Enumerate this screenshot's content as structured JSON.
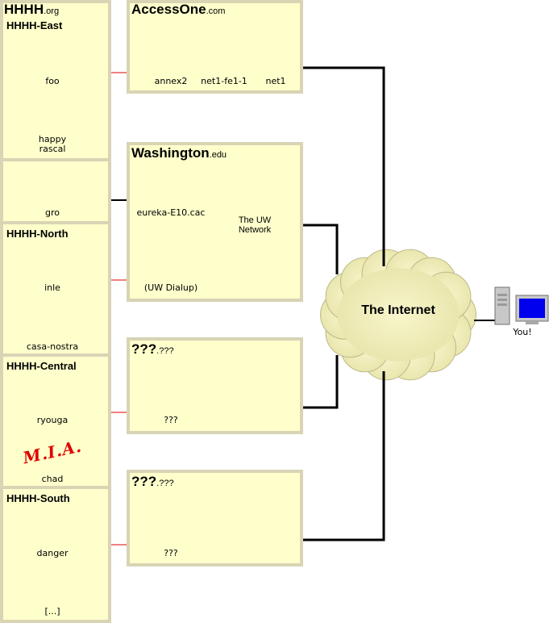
{
  "groups": {
    "hhhh": {
      "name": "HHHH",
      "suffix": ".org"
    },
    "east": {
      "name": "HHHH-East"
    },
    "north": {
      "name": "HHHH-North"
    },
    "central": {
      "name": "HHHH-Central"
    },
    "south": {
      "name": "HHHH-South"
    },
    "accessone": {
      "name": "AccessOne",
      "suffix": ".com"
    },
    "washington": {
      "name": "Washington",
      "suffix": ".edu"
    },
    "unknown1": {
      "name": "???",
      "suffix": ".???"
    },
    "unknown2": {
      "name": "???",
      "suffix": ".???"
    }
  },
  "hosts": {
    "foo": "foo",
    "happy_line1": "happy",
    "happy_line2": "rascal",
    "gro": "gro",
    "inle": "inle",
    "casa_nostra": "casa-nostra",
    "ryouga": "ryouga",
    "chad": "chad",
    "danger": "danger",
    "more": "[...]",
    "annex2": "annex2",
    "net1_fe1_1": "net1-fe1-1",
    "net1": "net1",
    "eureka": "eureka-E10.cac",
    "uw_dialup": "(UW Dialup)",
    "unknown_host1": "???",
    "unknown_host2": "???",
    "you": "You!"
  },
  "clouds": {
    "uw_line1": "The UW",
    "uw_line2": "Network",
    "internet": "The Internet"
  },
  "stamp": "M.I.A.",
  "colors": {
    "box_fill": "#ffffcc",
    "box_border": "#d8d4b4",
    "cloud_fill": "#f0efb8",
    "screen": "#0000ee",
    "modem_link": "#e00000",
    "link": "#000000"
  }
}
